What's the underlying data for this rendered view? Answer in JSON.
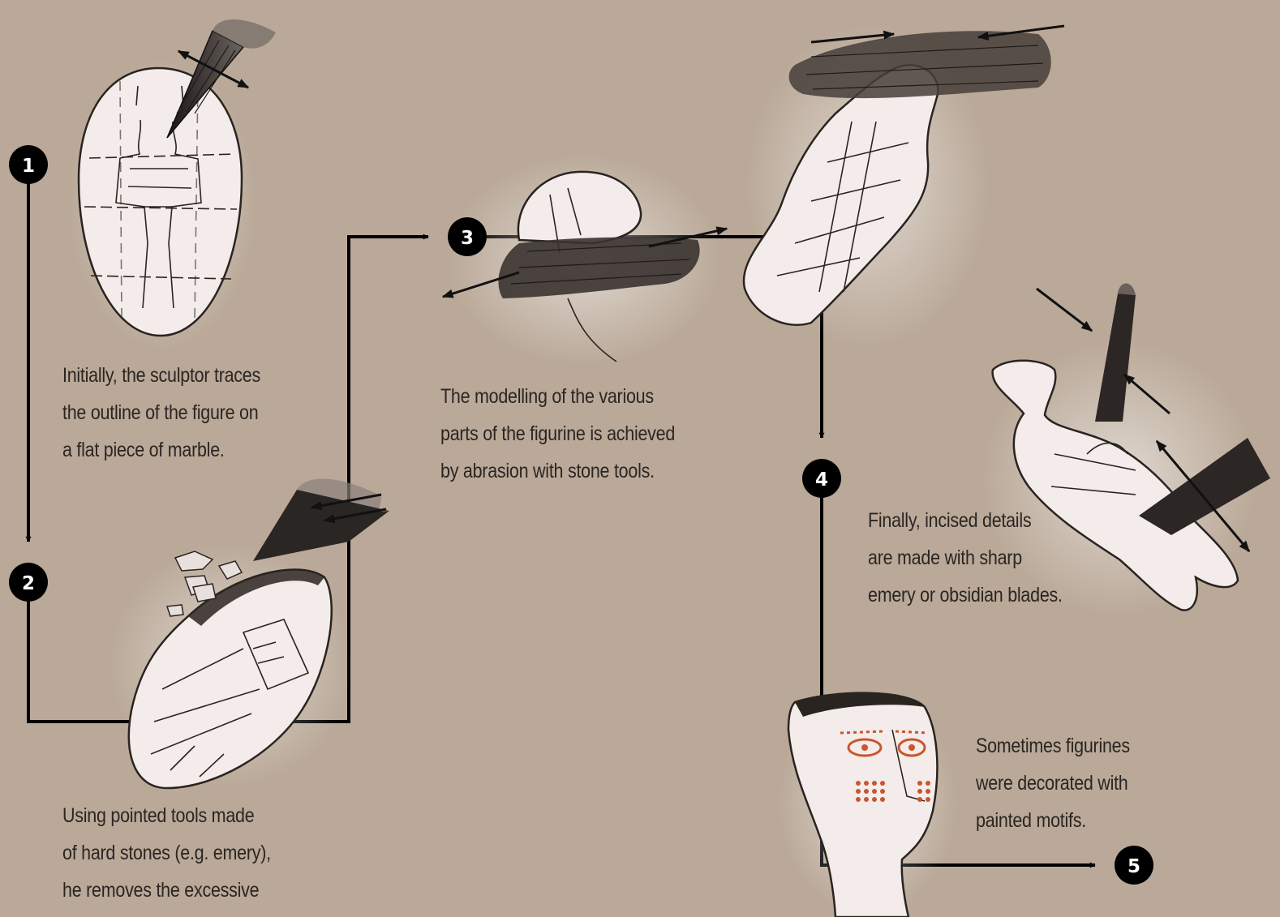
{
  "steps": [
    {
      "number": "1",
      "caption_lines": [
        "Initially, the sculptor traces",
        "the outline of the figure on",
        "a flat piece of marble."
      ]
    },
    {
      "number": "2",
      "caption_lines": [
        "Using pointed tools made",
        "of hard stones (e.g. emery),",
        "he removes the excessive"
      ]
    },
    {
      "number": "3",
      "caption_lines": [
        "The modelling of the various",
        "parts of the figurine is achieved",
        "by abrasion with stone tools."
      ]
    },
    {
      "number": "4",
      "caption_lines": [
        "Finally, incised details",
        "are made with sharp",
        "emery or obsidian blades."
      ]
    },
    {
      "number": "5",
      "caption_lines": [
        "Sometimes figurines",
        "were decorated with",
        "painted motifs."
      ]
    }
  ],
  "colors": {
    "background": "#baa998",
    "marble": "#f3ecea",
    "ink": "#1e1a18",
    "paint": "#c9562e",
    "step_marker": "#000000"
  }
}
